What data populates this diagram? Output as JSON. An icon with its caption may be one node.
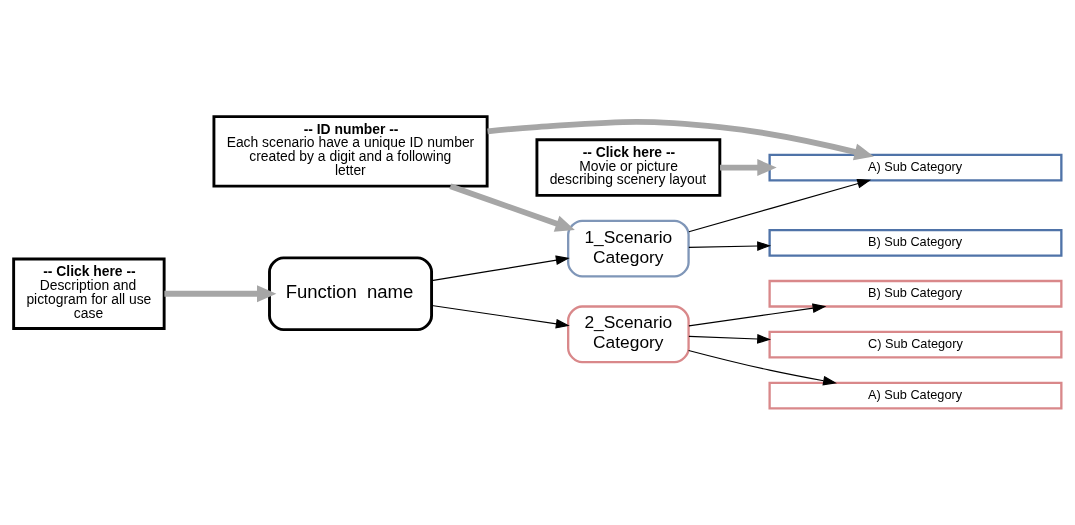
{
  "diagram": {
    "nodes": [
      {
        "text": [
          "-- Click here --",
          "Description and pictogram for all use case"
        ]
      },
      {
        "text": [
          "-- ID number --",
          "Each scenario have a unique ID number created by a digit and a following letter"
        ]
      },
      {
        "text": [
          "-- Click here --",
          "Movie or picture describing scenery layout"
        ]
      },
      {
        "text": [
          "Function  name"
        ]
      },
      {
        "text": [
          "1_Scenario Category"
        ]
      },
      {
        "text": [
          "A) Sub Category"
        ]
      },
      {
        "text": [
          "B) Sub Category"
        ]
      },
      {
        "text": [
          "2_Scenario Category"
        ]
      },
      {
        "text": [
          "A) Sub Category"
        ]
      },
      {
        "text": [
          "B) Sub Category"
        ]
      },
      {
        "text": [
          "C) Sub Category"
        ]
      }
    ],
    "edges": [
      {
        "from": 0,
        "to": 3,
        "arrow": "to",
        "style": "thick",
        "color": "#a6a6a6"
      },
      {
        "from": 1,
        "to": 4,
        "arrow": "to",
        "style": "thick",
        "color": "#a6a6a6"
      },
      {
        "from": 1,
        "to": 5,
        "arrow": "to",
        "style": "thick",
        "color": "#a6a6a6"
      },
      {
        "from": 2,
        "to": 5,
        "arrow": "to",
        "style": "thick",
        "color": "#a6a6a6"
      },
      {
        "from": 3,
        "to": 4,
        "arrow": "to"
      },
      {
        "from": 3,
        "to": 7,
        "arrow": "to"
      },
      {
        "from": 4,
        "to": 5,
        "arrow": "to"
      },
      {
        "from": 4,
        "to": 6,
        "arrow": "to"
      },
      {
        "from": 7,
        "to": 8,
        "arrow": "to"
      },
      {
        "from": 7,
        "to": 9,
        "arrow": "to"
      },
      {
        "from": 7,
        "to": 10,
        "arrow": "to"
      }
    ]
  }
}
